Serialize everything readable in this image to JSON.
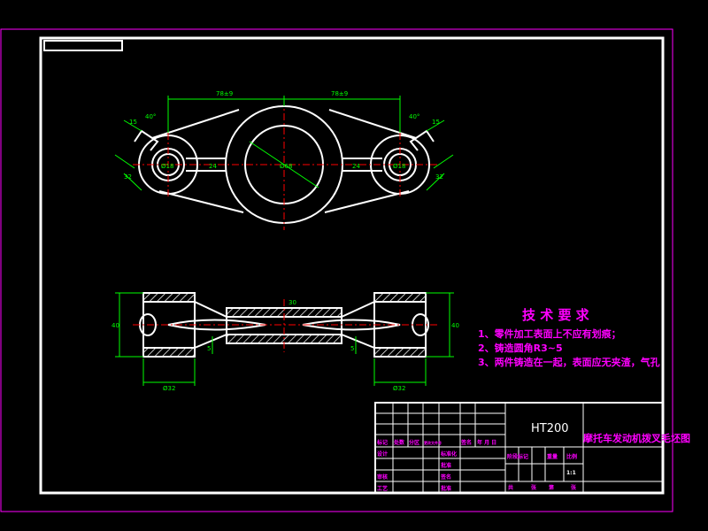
{
  "colors": {
    "frame": "#ffffff",
    "outer_border": "#ff00ff",
    "dimension": "#00ff00",
    "centerline": "#ff0000",
    "tech_text": "#ff00ff",
    "background": "#000000"
  },
  "top_view_dims": {
    "span_left": "78±9",
    "span_right": "78±9",
    "angle_left": "40°",
    "angle_right": "40°",
    "len_left": "15",
    "len_right": "15",
    "hub_dia": "Ø68",
    "boss_left": "Ø18",
    "boss_right": "Ø18",
    "arm_left": "24",
    "arm_right": "24",
    "edge_left": "32",
    "edge_right": "32"
  },
  "side_view_dims": {
    "height_left": "40",
    "height_right": "40",
    "center_h": "30",
    "web_left": "5",
    "web_right": "5",
    "dia_left": "Ø32",
    "dia_right": "Ø32"
  },
  "tech_requirements": {
    "title": "技 术 要 求",
    "items": [
      "1、零件加工表面上不应有划痕；",
      "2、铸造圆角R3~5",
      "3、两件铸造在一起，表面应无夹渣，气孔"
    ]
  },
  "title_block": {
    "material": "HT200",
    "drawing_name": "摩托车发动机拨叉毛坯图",
    "header_labels": [
      "标记",
      "处数",
      "分区",
      "更改文件号",
      "签名",
      "年 月 日"
    ],
    "row_labels": [
      "设计",
      "审核",
      "工艺"
    ],
    "mid_labels": [
      "标准化",
      "批准",
      "签名",
      "批准"
    ],
    "stage_labels": [
      "阶段标记",
      "重量",
      "比例"
    ],
    "scale": "1:1",
    "footer_labels": [
      "共",
      "张",
      "第",
      "张"
    ]
  }
}
